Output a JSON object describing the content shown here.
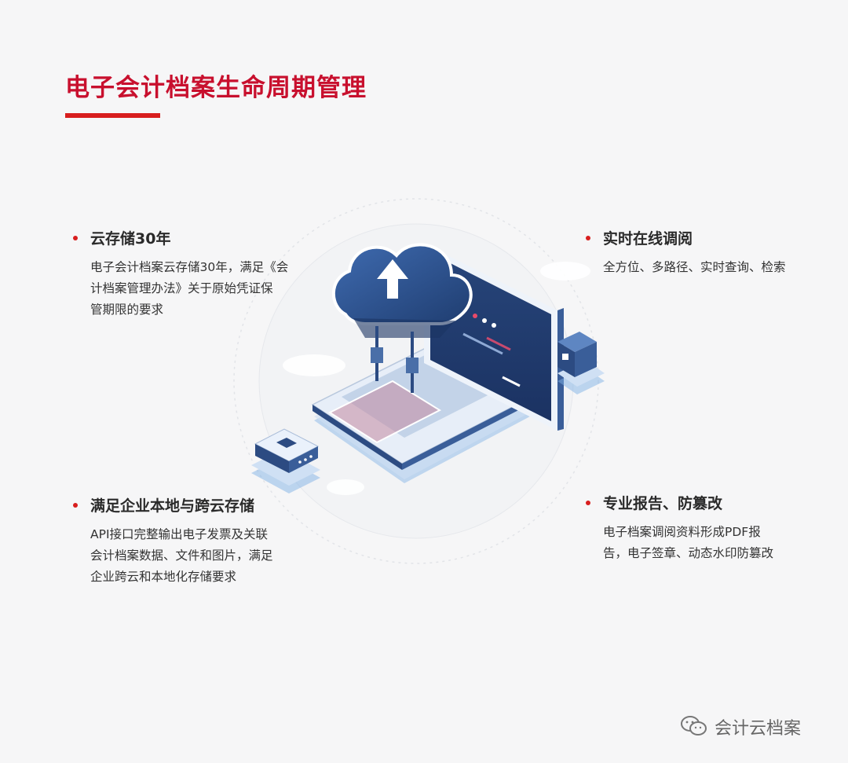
{
  "header": {
    "title": "电子会计档案生命周期管理"
  },
  "features": [
    {
      "title": "云存储30年",
      "lines": [
        "电子会计档案云存储30年，满足《会",
        "计档案管理办法》关于原始凭证保",
        "管期限的要求"
      ]
    },
    {
      "title": "实时在线调阅",
      "lines": [
        "全方位、多路径、实时查询、检索"
      ]
    },
    {
      "title": "满足企业本地与跨云存储",
      "lines": [
        "API接口完整输出电子发票及关联",
        "会计档案数据、文件和图片，满足",
        "企业跨云和本地化存储要求"
      ]
    },
    {
      "title": "专业报告、防篡改",
      "lines": [
        "电子档案调阅资料形成PDF报",
        "告，电子签章、动态水印防篡改"
      ]
    }
  ],
  "illustration": {
    "icon": "cloud-laptop-upload-icon"
  },
  "watermark": {
    "text": "会计云档案",
    "icon": "wechat-icon"
  },
  "colors": {
    "accent": "#d81e1e",
    "title": "#c8102e",
    "navy": "#2f4d80",
    "background": "#f6f6f7"
  }
}
